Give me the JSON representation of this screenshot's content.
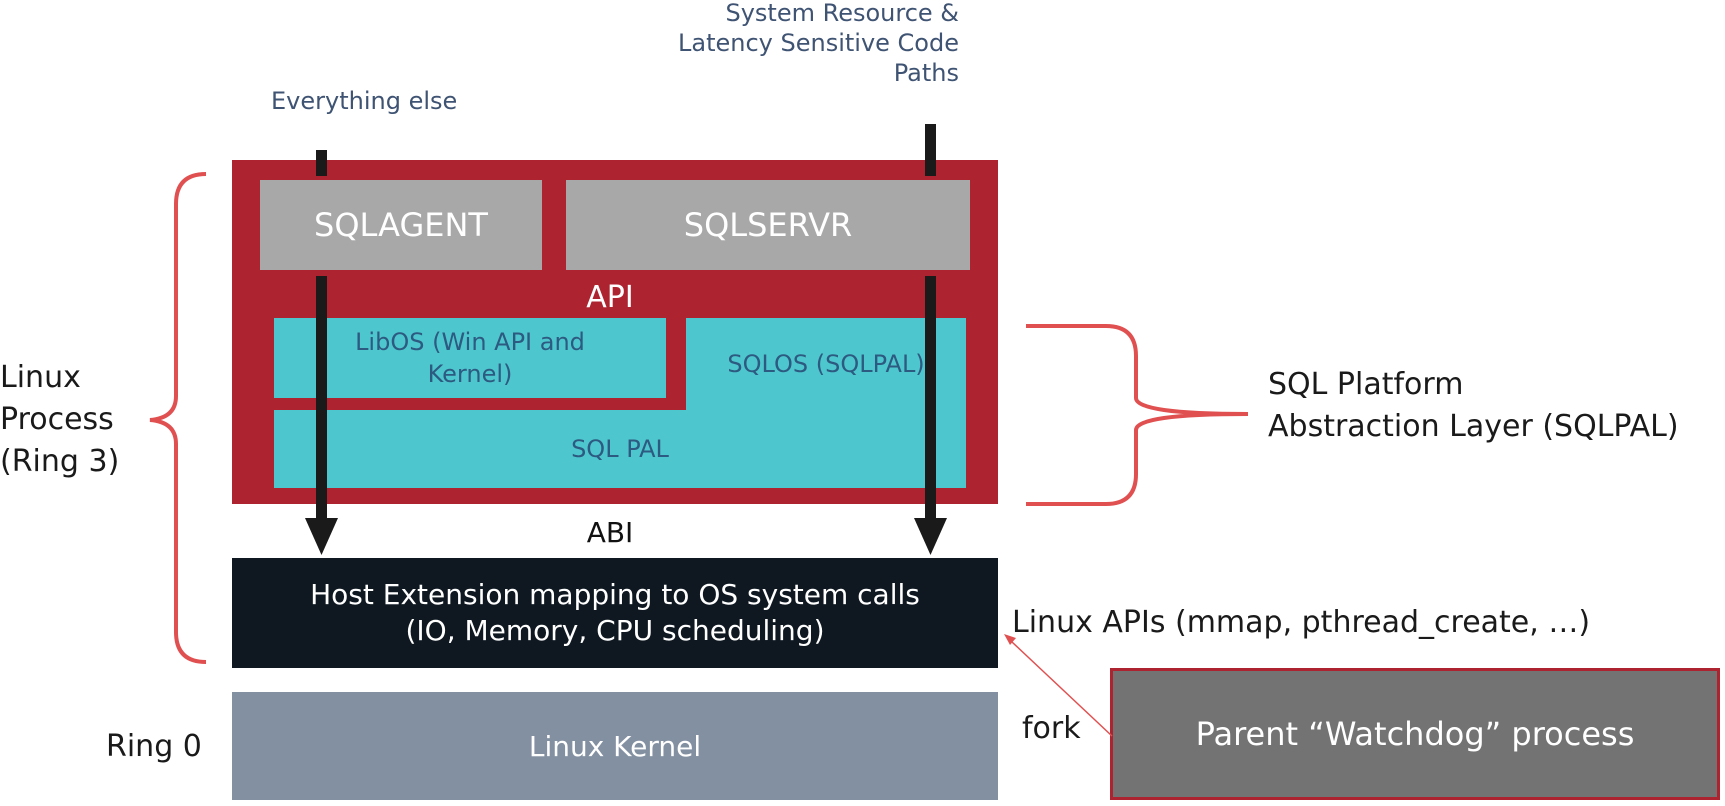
{
  "top_labels": {
    "system_resource": [
      "System Resource &",
      "Latency Sensitive Code",
      "Paths"
    ],
    "everything_else": "Everything else"
  },
  "boxes": {
    "sqlagent": "SQLAGENT",
    "sqlservr": "SQLSERVR",
    "api": "API",
    "libos": [
      "LibOS (Win API and",
      "Kernel)"
    ],
    "sqlos": "SQLOS (SQLPAL)",
    "sql_pal": "SQL PAL",
    "abi": "ABI",
    "host_extension": [
      "Host Extension mapping to OS system calls",
      "(IO, Memory, CPU scheduling)"
    ],
    "linux_kernel": "Linux Kernel",
    "watchdog": "Parent “Watchdog” process"
  },
  "side_labels": {
    "linux_process": [
      "Linux",
      "Process",
      "(Ring 3)"
    ],
    "ring0": "Ring 0",
    "sqlpal_layer": [
      "SQL Platform",
      "Abstraction Layer (SQLPAL)"
    ],
    "linux_apis": "Linux APIs (mmap, pthread_create, …)",
    "fork": "fork"
  },
  "colors": {
    "container_red": "#ad2430",
    "gray_box": "#a8a8a8",
    "cyan_box": "#4ec6ce",
    "host_box": "#0f1821",
    "kernel_box": "#8290a1",
    "watchdog_box": "#737373",
    "bracket_red": "#e05050"
  }
}
